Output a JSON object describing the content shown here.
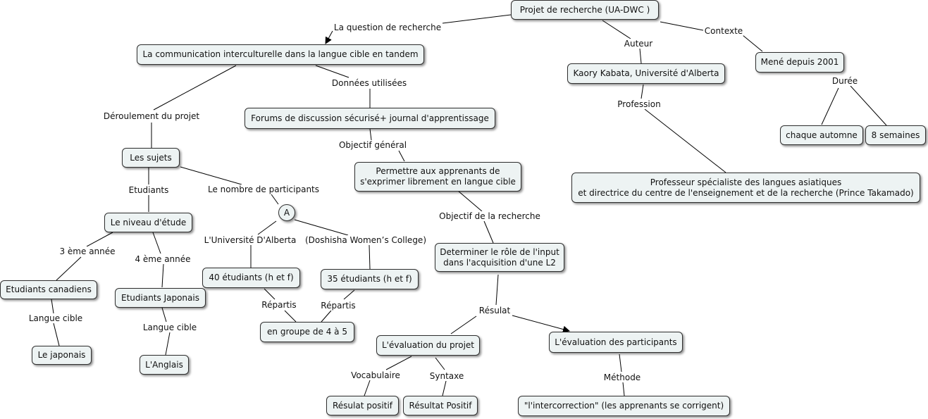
{
  "nodes": {
    "projet": "Projet de recherche (UA-DWC )",
    "question": "La communication interculturelle dans la langue cible en tandem",
    "forums": "Forums de discussion sécurisé+ journal d'apprentissage",
    "permettre": "Permettre aux apprenants de\ns'exprimer librement en langue cible",
    "determiner": "Determiner le rôle de l'input\ndans l'acquisition d'une L2",
    "sujets": "Les sujets",
    "niveau": "Le niveau d'étude",
    "canadiens": "Etudiants canadiens",
    "japonais_et": "Etudiants Japonais",
    "le_japonais": "Le japonais",
    "anglais": "L'Anglais",
    "a": "A",
    "n40": "40 étudiants (h et f)",
    "n35": "35 étudiants (h et f)",
    "groupe": "en groupe de 4 à 5",
    "eval_projet": "L'évaluation du projet",
    "eval_part": "L'évaluation des participants",
    "res_pos1": "Résulat positif",
    "res_pos2": "Résultat Positif",
    "intercorr": "\"l'intercorrection\" (les apprenants se corrigent)",
    "kaory": "Kaory Kabata, Université d'Alberta",
    "prof": "Professeur spécialiste des langues asiatiques\net directrice du centre de l'enseignement et de la recherche (Prince Takamado)",
    "mene": "Mené depuis 2001",
    "automne": "chaque automne",
    "semaines": "8 semaines"
  },
  "links": {
    "question_recherche": "La question de recherche",
    "auteur": "Auteur",
    "contexte": "Contexte",
    "profession": "Profession",
    "duree": "Durée",
    "donnees": "Données utilisées",
    "deroulement": "Déroulement du projet",
    "objectif_general": "Objectif général",
    "objectif_recherche": "Objectif de la recherche",
    "etudiants": "Etudiants",
    "nombre": "Le nombre de participants",
    "annee3": "3 ème année",
    "annee4": "4 ème année",
    "langue_cible1": "Langue cible",
    "langue_cible2": "Langue cible",
    "ualberta": "L'Université D'Alberta",
    "doshisha": "(Doshisha Women’s College)",
    "repartis1": "Répartis",
    "repartis2": "Répartis",
    "resulat": "Résulat",
    "vocabulaire": "Vocabulaire",
    "syntaxe": "Syntaxe",
    "methode": "Méthode"
  }
}
